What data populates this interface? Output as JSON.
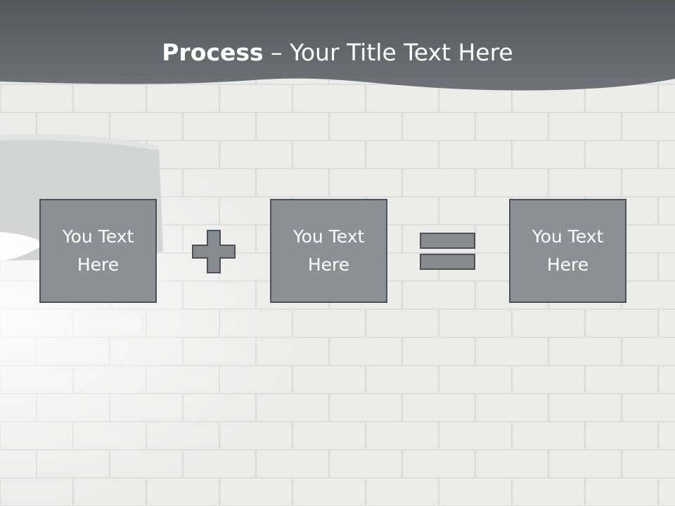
{
  "slide": {
    "title_bold": "Process",
    "title_rest": " – Your Title Text Here",
    "boxes": [
      {
        "text": "You Text Here"
      },
      {
        "text": "You Text Here"
      },
      {
        "text": "You Text Here"
      }
    ],
    "operators": {
      "plus": "plus-icon",
      "equals": "equals-icon"
    }
  },
  "colors": {
    "header": "#5f6366",
    "box_fill": "#8c9094",
    "box_border": "#4d5154",
    "operator_fill": "#878b8e",
    "wall": "#ececeb"
  }
}
